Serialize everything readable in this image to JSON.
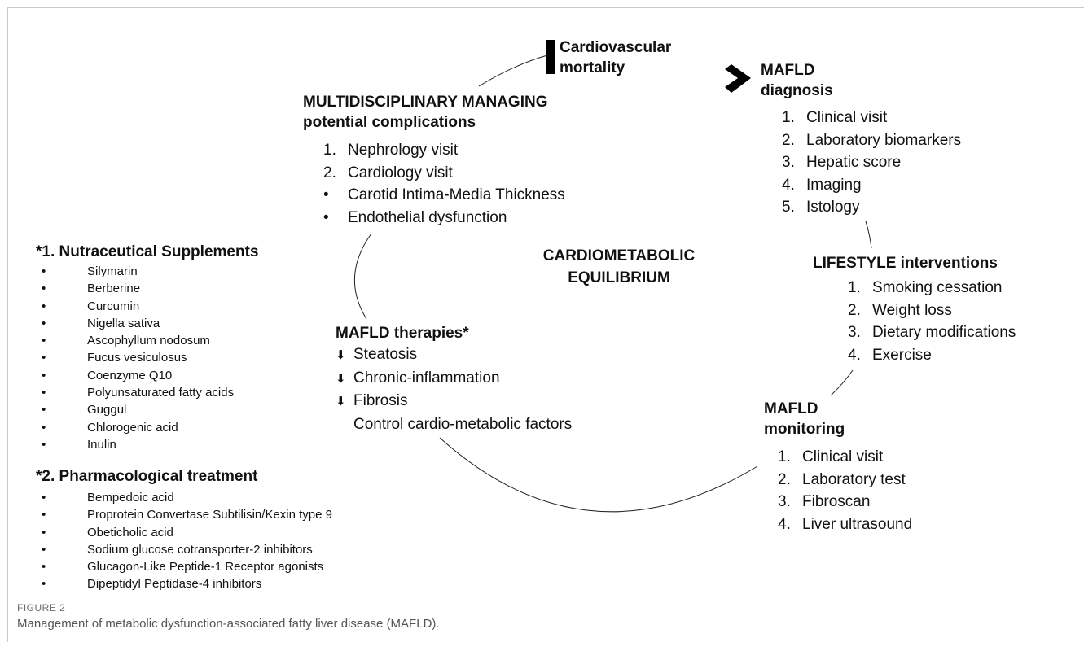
{
  "cardiovascular": {
    "line1": "Cardiovascular",
    "line2": "mortality"
  },
  "diagnosis": {
    "title_line1": "MAFLD",
    "title_line2": "diagnosis",
    "items": [
      {
        "num": "1.",
        "text": "Clinical visit"
      },
      {
        "num": "2.",
        "text": "Laboratory biomarkers"
      },
      {
        "num": "3.",
        "text": "Hepatic score"
      },
      {
        "num": "4.",
        "text": "Imaging"
      },
      {
        "num": "5.",
        "text": "Istology"
      }
    ]
  },
  "multidisciplinary": {
    "title_line1": "MULTIDISCIPLINARY MANAGING",
    "title_line2": "potential complications",
    "items": [
      {
        "marker": "1.",
        "text": "Nephrology visit"
      },
      {
        "marker": "2.",
        "text": "Cardiology visit"
      },
      {
        "marker": "•",
        "text": "Carotid Intima-Media Thickness"
      },
      {
        "marker": "•",
        "text": "Endothelial dysfunction"
      }
    ]
  },
  "center": {
    "line1": "CARDIOMETABOLIC",
    "line2": "EQUILIBRIUM"
  },
  "lifestyle": {
    "title": "LIFESTYLE interventions",
    "items": [
      {
        "num": "1.",
        "text": "Smoking cessation"
      },
      {
        "num": "2.",
        "text": "Weight loss"
      },
      {
        "num": "3.",
        "text": "Dietary modifications"
      },
      {
        "num": "4.",
        "text": "Exercise"
      }
    ]
  },
  "therapies": {
    "title": "MAFLD therapies*",
    "items": [
      {
        "arrow": "⬇",
        "text": "Steatosis"
      },
      {
        "arrow": "⬇",
        "text": "Chronic-inflammation"
      },
      {
        "arrow": "⬇",
        "text": "Fibrosis"
      },
      {
        "arrow": "",
        "text": "Control cardio-metabolic factors"
      }
    ]
  },
  "monitoring": {
    "title_line1": "MAFLD",
    "title_line2": "monitoring",
    "items": [
      {
        "num": "1.",
        "text": "Clinical visit"
      },
      {
        "num": "2.",
        "text": "Laboratory test"
      },
      {
        "num": "3.",
        "text": "Fibroscan"
      },
      {
        "num": "4.",
        "text": "Liver ultrasound"
      }
    ]
  },
  "nutraceutical": {
    "title": "*1. Nutraceutical Supplements",
    "items": [
      "Silymarin",
      "Berberine",
      "Curcumin",
      "Nigella sativa",
      "Ascophyllum nodosum",
      "Fucus vesiculosus",
      "Coenzyme Q10",
      "Polyunsaturated fatty acids",
      "Guggul",
      "Chlorogenic acid",
      "Inulin"
    ]
  },
  "pharmacological": {
    "title": "*2. Pharmacological treatment",
    "items": [
      "Bempedoic acid",
      "Proprotein Convertase Subtilisin/Kexin type 9",
      "Obeticholic acid",
      "Sodium glucose cotransporter-2 inhibitors",
      "Glucagon-Like Peptide-1 Receptor agonists",
      "Dipeptidyl Peptidase-4 inhibitors"
    ]
  },
  "caption": {
    "label": "FIGURE 2",
    "text": "Management of metabolic dysfunction-associated fatty liver disease (MAFLD)."
  },
  "colors": {
    "text": "#111111",
    "caption_label": "#6b6b6b",
    "caption_text": "#555555",
    "frame": "#c8c8c8"
  }
}
